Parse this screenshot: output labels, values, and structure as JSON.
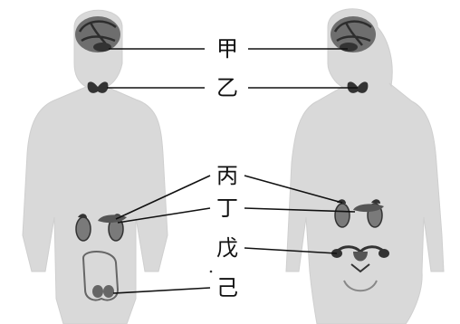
{
  "labels": {
    "jia": "甲",
    "yi": "乙",
    "bing": "丙",
    "ding": "丁",
    "wu": "戊",
    "ji": "己"
  },
  "colors": {
    "body_silhouette": "#d9d9d9",
    "organ_dark": "#333333",
    "organ_mid": "#7a7a7a",
    "leader_line": "#111111"
  }
}
